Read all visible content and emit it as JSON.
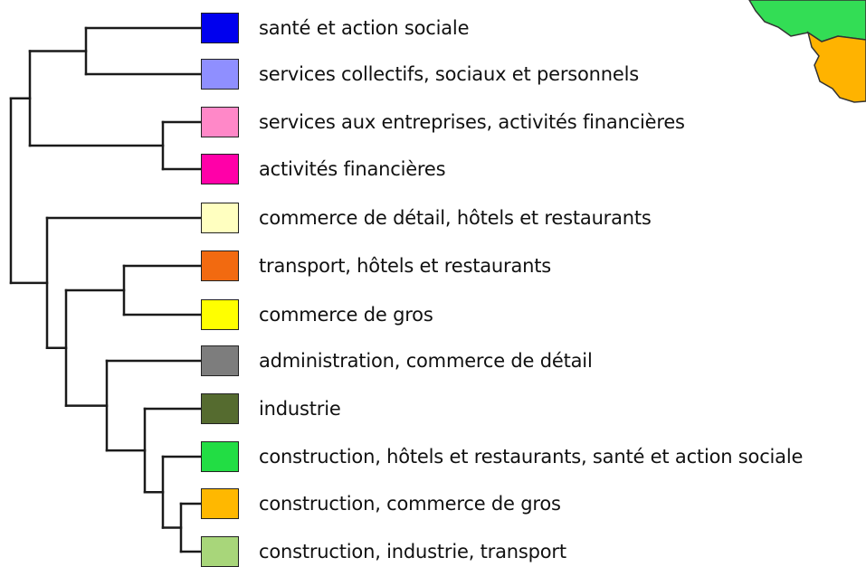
{
  "legend": [
    {
      "label": "santé et action sociale",
      "color": "#0000ee"
    },
    {
      "label": "services collectifs, sociaux et personnels",
      "color": "#8f8fff"
    },
    {
      "label": "services aux entreprises, activités financières",
      "color": "#ff88c8"
    },
    {
      "label": "activités financières",
      "color": "#ff00a8"
    },
    {
      "label": "commerce de détail, hôtels et restaurants",
      "color": "#ffffc0"
    },
    {
      "label": "transport, hôtels et restaurants",
      "color": "#f26a10"
    },
    {
      "label": "commerce de gros",
      "color": "#ffff00"
    },
    {
      "label": "administration, commerce de détail",
      "color": "#7d7d7d"
    },
    {
      "label": "industrie",
      "color": "#556b2f"
    },
    {
      "label": "construction, hôtels et restaurants, santé et action sociale",
      "color": "#22dd44"
    },
    {
      "label": "construction, commerce de gros",
      "color": "#ffb800"
    },
    {
      "label": "construction, industrie, transport",
      "color": "#a8d67a"
    }
  ],
  "tree": {
    "children": [
      {
        "children": [
          {
            "children": [
              {
                "leaf": 0
              },
              {
                "leaf": 1
              }
            ]
          },
          {
            "children": [
              {
                "leaf": 2
              },
              {
                "leaf": 3
              }
            ]
          }
        ]
      },
      {
        "children": [
          {
            "leaf": 4
          },
          {
            "children": [
              {
                "children": [
                  {
                    "leaf": 5
                  },
                  {
                    "leaf": 6
                  }
                ]
              },
              {
                "children": [
                  {
                    "leaf": 7
                  },
                  {
                    "children": [
                      {
                        "leaf": 8
                      },
                      {
                        "children": [
                          {
                            "leaf": 9
                          },
                          {
                            "children": [
                              {
                                "leaf": 10
                              },
                              {
                                "leaf": 11
                              }
                            ]
                          }
                        ]
                      }
                    ]
                  }
                ]
              }
            ]
          }
        ]
      }
    ]
  },
  "map_fragment": {
    "colors": [
      "#33dd55",
      "#ffb300"
    ]
  }
}
